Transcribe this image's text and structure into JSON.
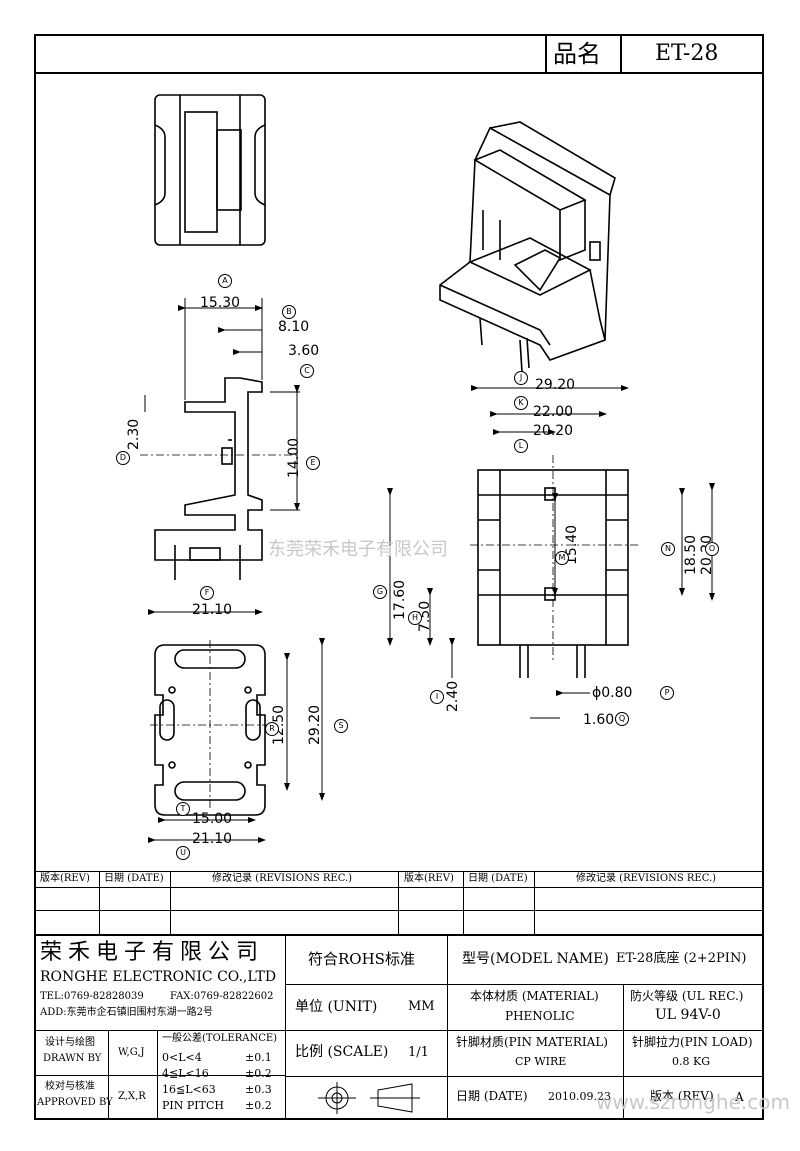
{
  "header": {
    "name_label": "品名",
    "name_value": "ET-28"
  },
  "dimensions": {
    "A": "15.30",
    "B": "8.10",
    "C": "3.60",
    "D": "2.30",
    "E": "14.00",
    "F": "21.10",
    "G": "17.60",
    "H": "7.50",
    "I": "2.40",
    "J": "29.20",
    "K": "22.00",
    "L": "20.20",
    "M": "15.40",
    "N": "18.50",
    "O": "20.20",
    "P": "0.80",
    "Q": "1.60",
    "R": "12.50",
    "S": "29.20",
    "T": "15.00",
    "U": "21.10"
  },
  "dim_letters": [
    "A",
    "B",
    "C",
    "D",
    "E",
    "F",
    "G",
    "H",
    "I",
    "J",
    "K",
    "L",
    "M",
    "N",
    "O",
    "P",
    "Q",
    "R",
    "S",
    "T",
    "U"
  ],
  "watermark": {
    "center": "东莞荣禾电子有限公司",
    "bottom": "www.szronghe.com"
  },
  "revisions": {
    "col_rev": "版本(REV)",
    "col_date": "日期 (DATE)",
    "col_rec": "修改记录 (REVISIONS REC.)"
  },
  "title_block": {
    "company_cn": "荣禾电子有限公司",
    "company_en": "RONGHE ELECTRONIC CO.,LTD",
    "tel": "TEL:0769-82828039",
    "fax": "FAX:0769-82822602",
    "addr": "ADD:东莞市企石镇旧围村东湖一路2号",
    "rohs": "符合ROHS标准",
    "model_label": "型号(MODEL NAME)",
    "model_value": "ET-28底座 (2+2PIN)",
    "unit_label": "单位 (UNIT)",
    "unit_value": "MM",
    "material_label": "本体材质 (MATERIAL)",
    "material_value": "PHENOLIC",
    "fire_label": "防火等级 (UL REC.)",
    "fire_value": "UL 94V-0",
    "designer_cn": "设计与绘图",
    "designer_en": "DRAWN BY",
    "designer_value": "W,G,J",
    "checker_cn": "校对与核准",
    "checker_en": "APPROVED BY",
    "checker_value": "Z,X,R",
    "tol_title": "一般公差(TOLERANCE)",
    "tol_rows": [
      {
        "range": "0<L<4",
        "val": "±0.1"
      },
      {
        "range": "4≦L<16",
        "val": "±0.2"
      },
      {
        "range": "16≦L<63",
        "val": "±0.3"
      },
      {
        "range": "PIN PITCH",
        "val": "±0.2"
      }
    ],
    "scale_label": "比例 (SCALE)",
    "scale_value": "1/1",
    "pin_mat_label": "针脚材质(PIN MATERIAL)",
    "pin_mat_value": "CP WIRE",
    "pin_load_label": "针脚拉力(PIN LOAD)",
    "pin_load_value": "0.8 KG",
    "date_label": "日期 (DATE)",
    "date_value": "2010.09.23",
    "rev_label": "版本 (REV)",
    "rev_value": "A"
  }
}
